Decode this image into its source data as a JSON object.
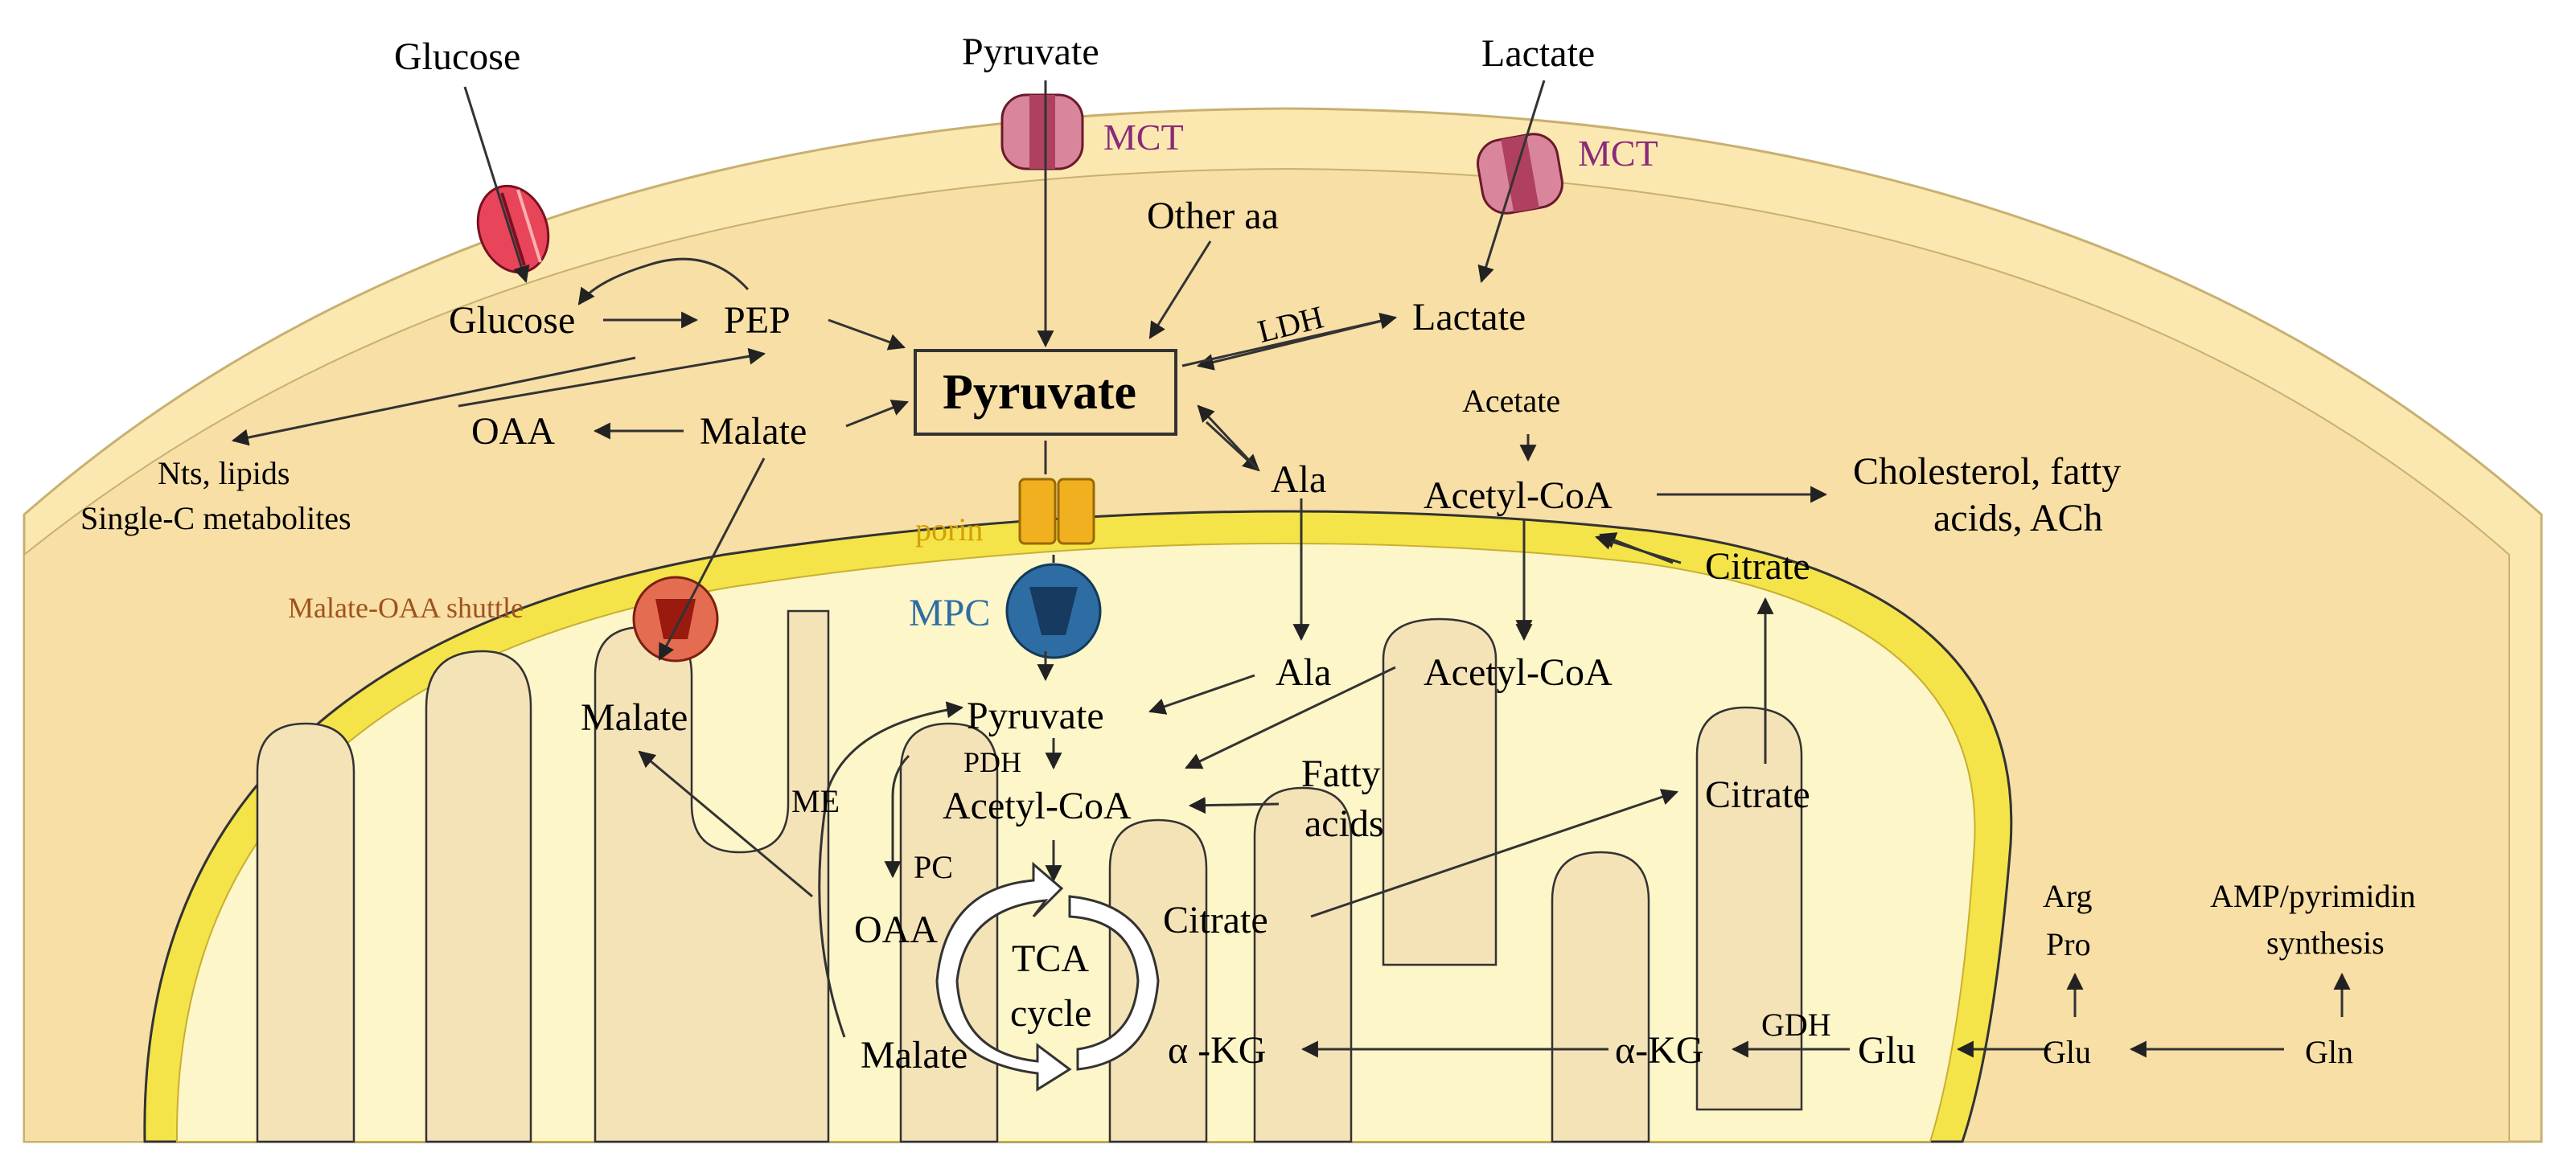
{
  "colors": {
    "cell_outer": "#fbe8b0",
    "cytoplasm": "#f8dfa6",
    "mito_rim": "#f4e44a",
    "mito_matrix": "#fdf6c8",
    "cristae_shadow": "#f5ddb0",
    "mct_label": "#8a2a7a",
    "porin_label": "#d4a000",
    "mpc_label": "#2e6da4",
    "shuttle_label": "#a0521d"
  },
  "icons": {
    "glucose_transporter": "red-channel-icon",
    "mct": "pink-channel-icon",
    "porin": "yellow-pore-icon",
    "mpc": "blue-carrier-icon",
    "shuttle": "orange-carrier-icon"
  },
  "labels": {
    "glucose_ext": "Glucose",
    "pyruvate_ext": "Pyruvate",
    "lactate_ext": "Lactate",
    "mct1": "MCT",
    "mct2": "MCT",
    "other_aa": "Other aa",
    "glucose": "Glucose",
    "pep": "PEP",
    "ldh": "LDH",
    "lactate": "Lactate",
    "pyruvate_center": "Pyruvate",
    "oaa_cyto": "OAA",
    "malate_cyto": "Malate",
    "acetate": "Acetate",
    "nts_line1": "Nts, lipids",
    "nts_line2": "Single-C metabolites",
    "ala_cyto": "Ala",
    "acetylcoa_cyto": "Acetyl-CoA",
    "chol_line1": "Cholesterol, fatty",
    "chol_line2": "acids, ACh",
    "porin": "porin",
    "citrate_cyto": "Citrate",
    "shuttle": "Malate-OAA shuttle",
    "mpc": "MPC",
    "malate_mito_top": "Malate",
    "ala_mito": "Ala",
    "acetylcoa_mito_right": "Acetyl-CoA",
    "pyruvate_mito": "Pyruvate",
    "pdh": "PDH",
    "me": "ME",
    "acetylcoa_mito": "Acetyl-CoA",
    "fatty_line1": "Fatty",
    "fatty_line2": "acids",
    "citrate_mito_right": "Citrate",
    "pc": "PC",
    "oaa_mito": "OAA",
    "citrate_mito": "Citrate",
    "tca_line1": "TCA",
    "tca_line2": "cycle",
    "malate_mito": "Malate",
    "akg_mito": "α -KG",
    "gdh": "GDH",
    "akg_cyto": "α-KG",
    "glu1": "Glu",
    "glu2": "Glu",
    "gln": "Gln",
    "arg": "Arg",
    "pro": "Pro",
    "amp_line1": "AMP/pyrimidin",
    "amp_line2": "synthesis"
  }
}
